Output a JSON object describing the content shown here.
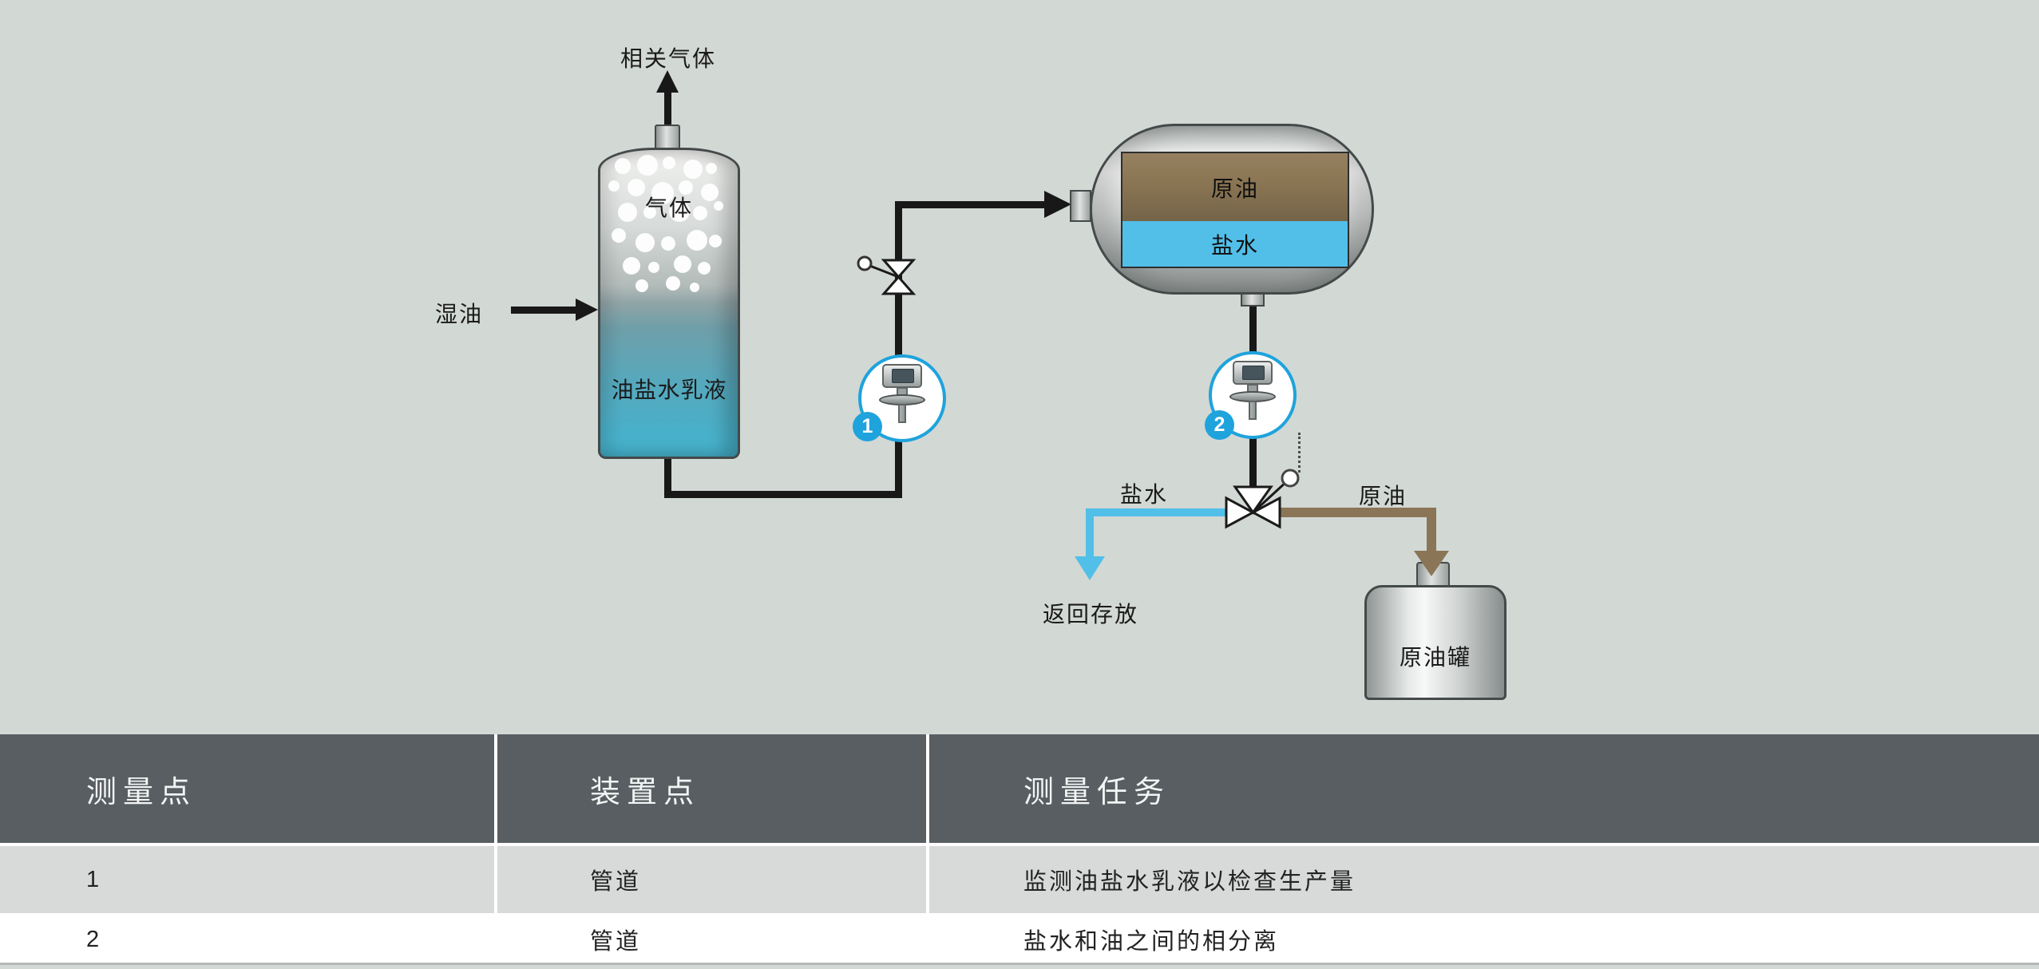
{
  "colors": {
    "accent_blue": "#1fa3dc",
    "brine_blue": "#52bfe9",
    "oil_brown": "#8a7557",
    "pipe_black": "#181818",
    "table_header_bg": "#585e62",
    "background": "#d2d8d4"
  },
  "diagram": {
    "labels": {
      "associated_gas": "相关气体",
      "gas": "气体",
      "wet_oil": "湿油",
      "oil_brine_emulsion": "油盐水乳液",
      "crude_oil": "原油",
      "brine": "盐水",
      "brine_out": "盐水",
      "crude_oil_out": "原油",
      "return_to_storage": "返回存放",
      "crude_oil_tank": "原油罐"
    },
    "measuring_points": [
      {
        "number": "1"
      },
      {
        "number": "2"
      }
    ]
  },
  "table": {
    "headers": [
      "测量点",
      "装置点",
      "测量任务"
    ],
    "rows": [
      {
        "point": "1",
        "location": "管道",
        "task": "监测油盐水乳液以检查生产量"
      },
      {
        "point": "2",
        "location": "管道",
        "task": "盐水和油之间的相分离"
      }
    ]
  }
}
